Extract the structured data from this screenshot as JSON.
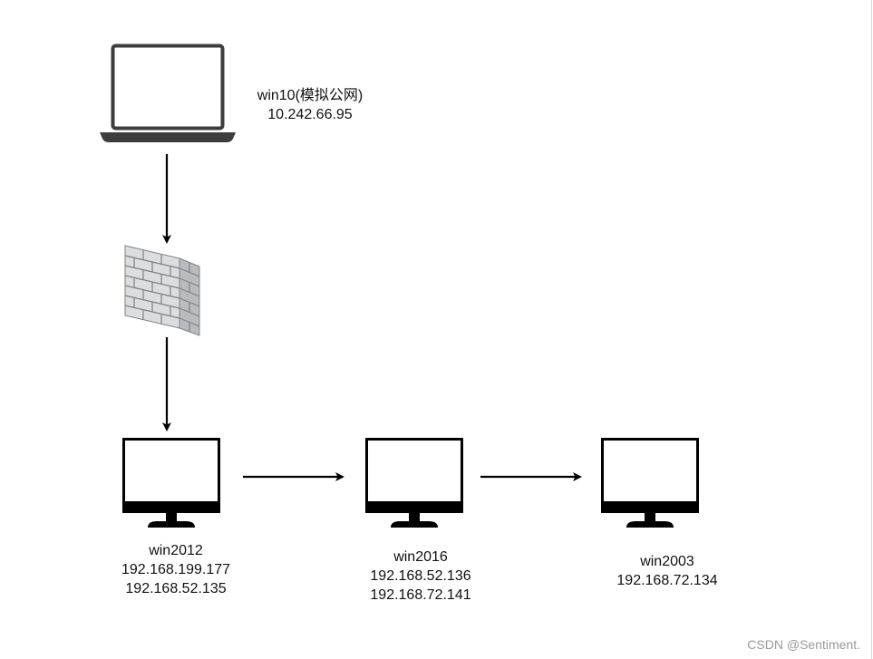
{
  "nodes": {
    "internet_host": {
      "name": "win10(模拟公网)",
      "ip1": "10.242.66.95",
      "icon": "laptop-icon"
    },
    "firewall": {
      "icon": "firewall-icon"
    },
    "server1": {
      "name": "win2012",
      "ip1": "192.168.199.177",
      "ip2": "192.168.52.135",
      "icon": "monitor-icon"
    },
    "server2": {
      "name": "win2016",
      "ip1": "192.168.52.136",
      "ip2": "192.168.72.141",
      "icon": "monitor-icon"
    },
    "server3": {
      "name": "win2003",
      "ip1": "192.168.72.134",
      "icon": "monitor-icon"
    }
  },
  "edges": [
    {
      "from": "internet_host",
      "to": "firewall"
    },
    {
      "from": "firewall",
      "to": "server1"
    },
    {
      "from": "server1",
      "to": "server2"
    },
    {
      "from": "server2",
      "to": "server3"
    }
  ],
  "watermark": "CSDN @Sentiment.",
  "colors": {
    "stroke": "#000000",
    "laptop": "#3d3d3d",
    "brick": "#dcdde0",
    "mortar": "#7f8286"
  }
}
